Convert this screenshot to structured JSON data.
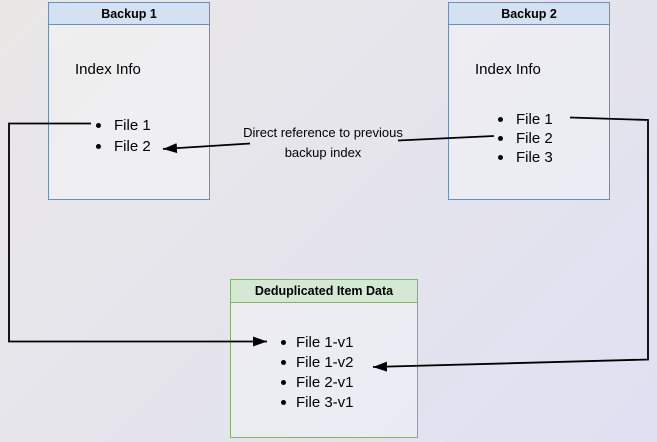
{
  "diagram": {
    "backup1": {
      "title": "Backup 1",
      "subtitle": "Index Info",
      "files": [
        "File 1",
        "File 2"
      ]
    },
    "backup2": {
      "title": "Backup 2",
      "subtitle": "Index Info",
      "files": [
        "File 1",
        "File 2",
        "File 3"
      ]
    },
    "dedup": {
      "title": "Deduplicated Item Data",
      "files": [
        "File 1-v1",
        "File 1-v2",
        "File 2-v1",
        "File 3-v1"
      ]
    },
    "annotation": {
      "label": "Direct reference to previous backup index"
    },
    "colors": {
      "blue_border": "#6c8ebf",
      "blue_header_fill": "#d3e1f3",
      "green_border": "#82b366",
      "green_header_fill": "#d5e8d4",
      "arrow": "#000000",
      "background_start": "#e9e7e6",
      "background_end": "#dfe0f2"
    }
  }
}
